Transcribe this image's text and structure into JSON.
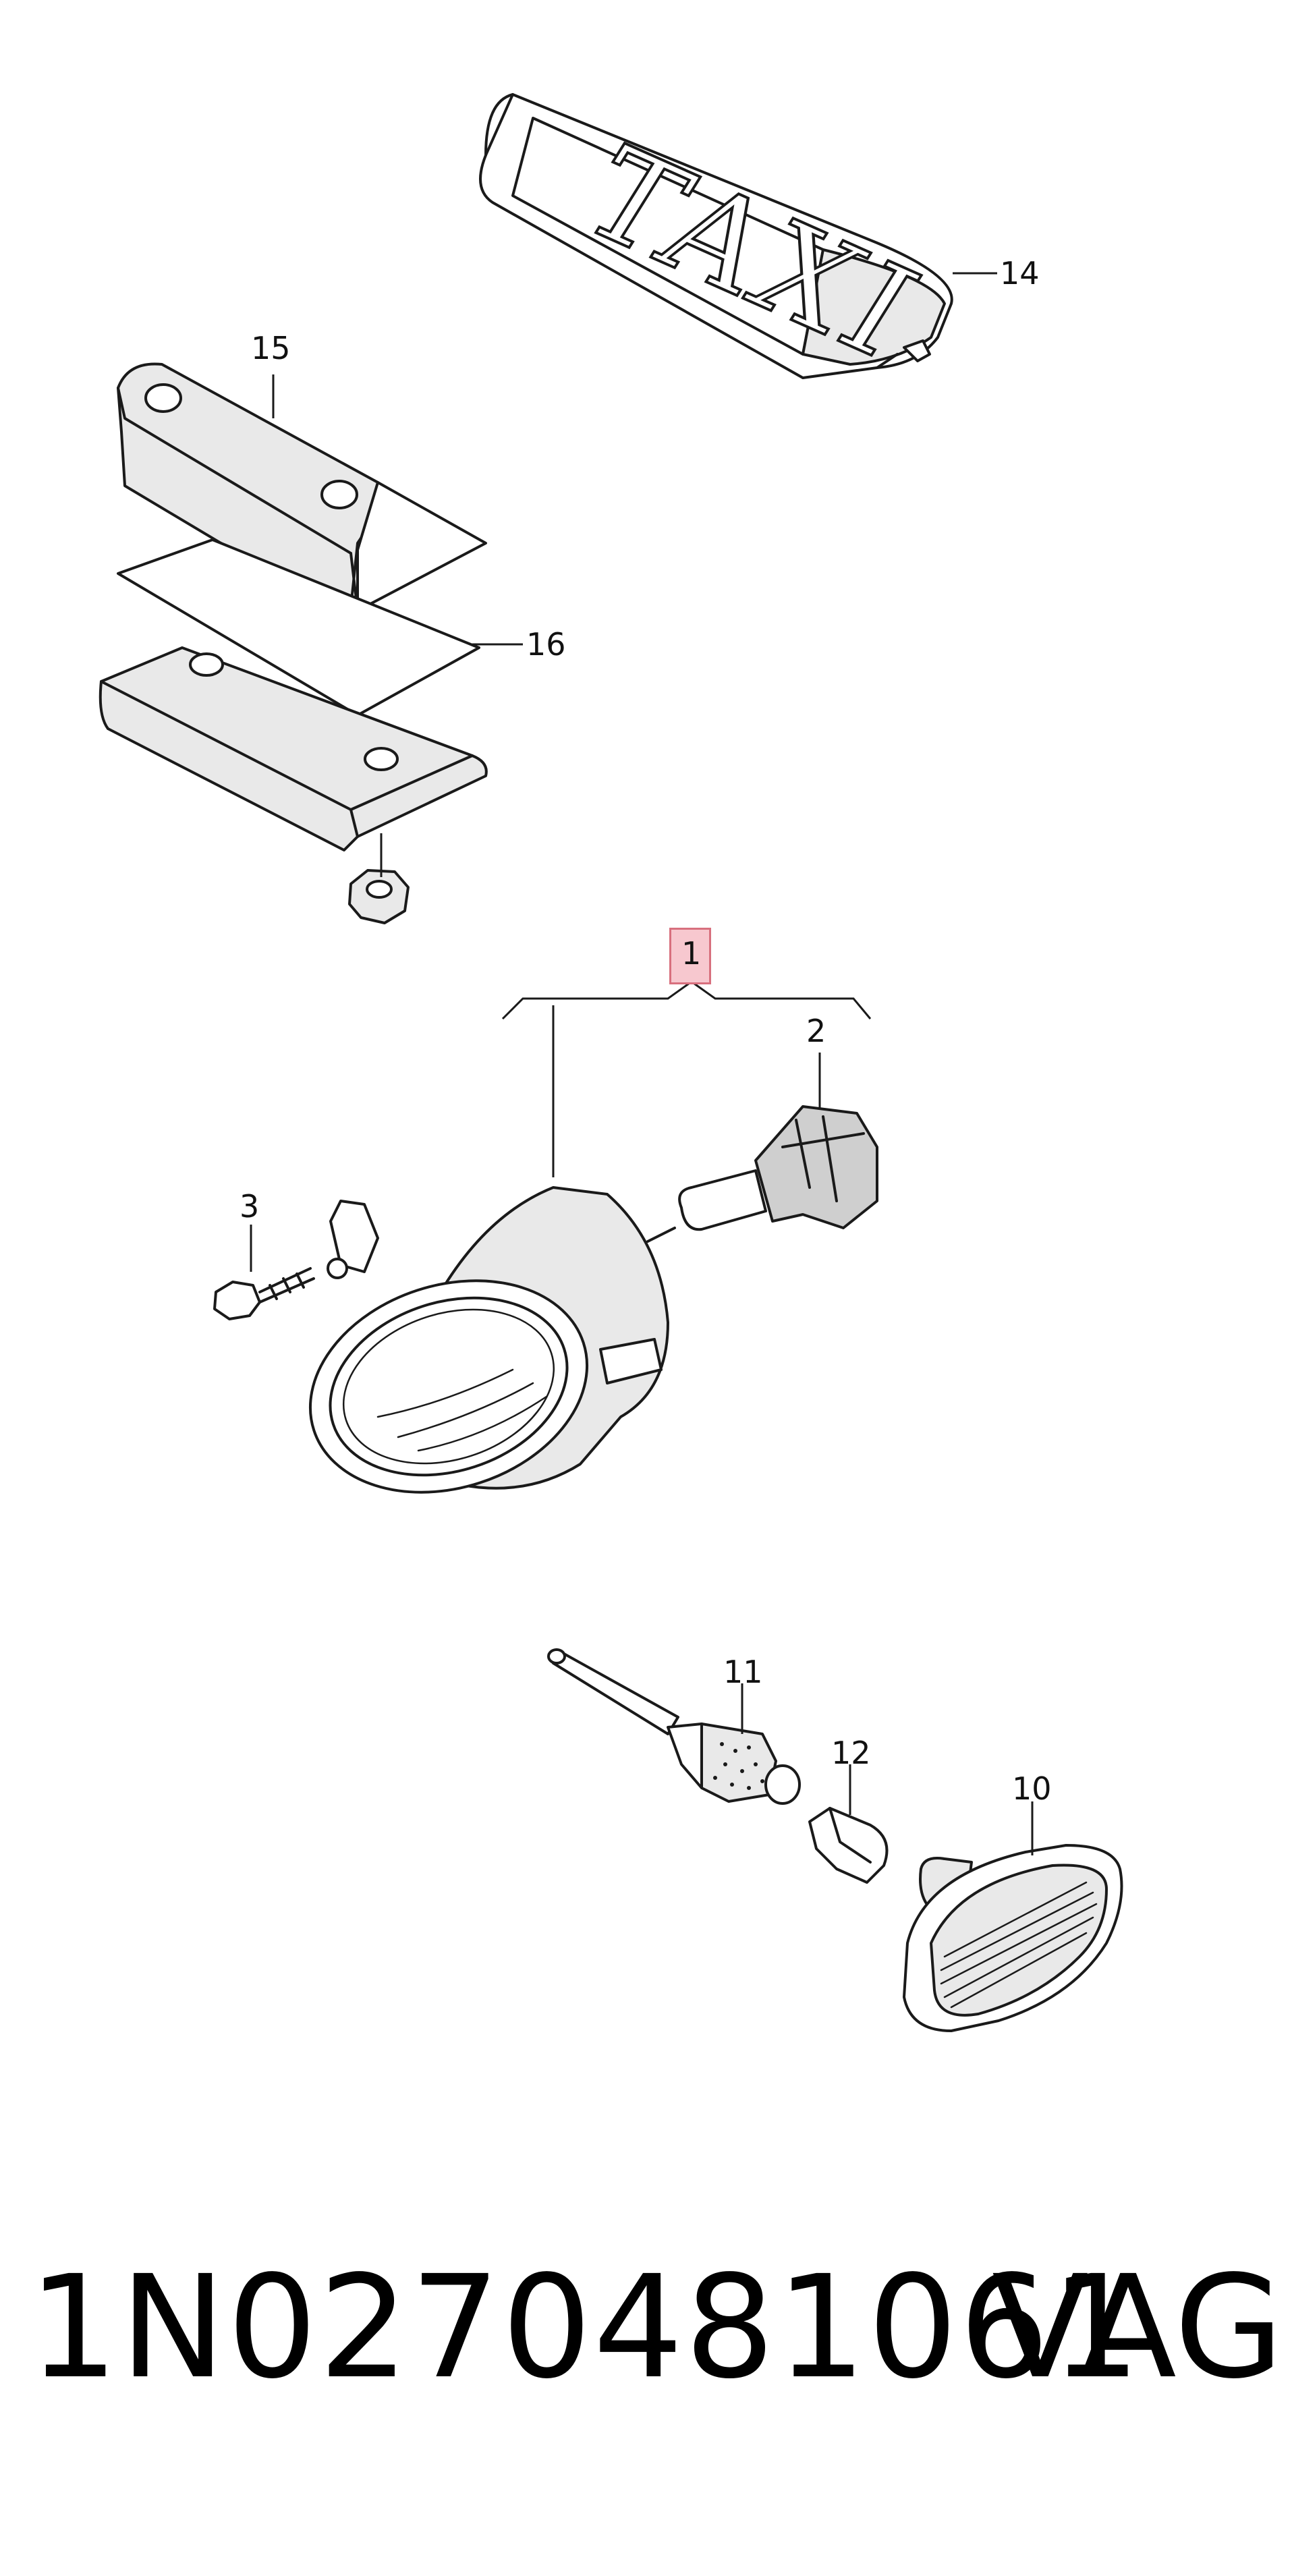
{
  "diagram": {
    "callouts": [
      {
        "id": "14",
        "label": "14"
      },
      {
        "id": "15",
        "label": "15"
      },
      {
        "id": "16",
        "label": "16"
      },
      {
        "id": "1",
        "label": "1",
        "highlighted": true
      },
      {
        "id": "2",
        "label": "2"
      },
      {
        "id": "3",
        "label": "3"
      },
      {
        "id": "11",
        "label": "11"
      },
      {
        "id": "12",
        "label": "12"
      },
      {
        "id": "10",
        "label": "10"
      }
    ],
    "taxi_sign_lettering": "TAXI",
    "highlight_color": "#f7c8cf"
  },
  "footer": {
    "part_number": "1N0270481061",
    "brand": "VAG"
  }
}
